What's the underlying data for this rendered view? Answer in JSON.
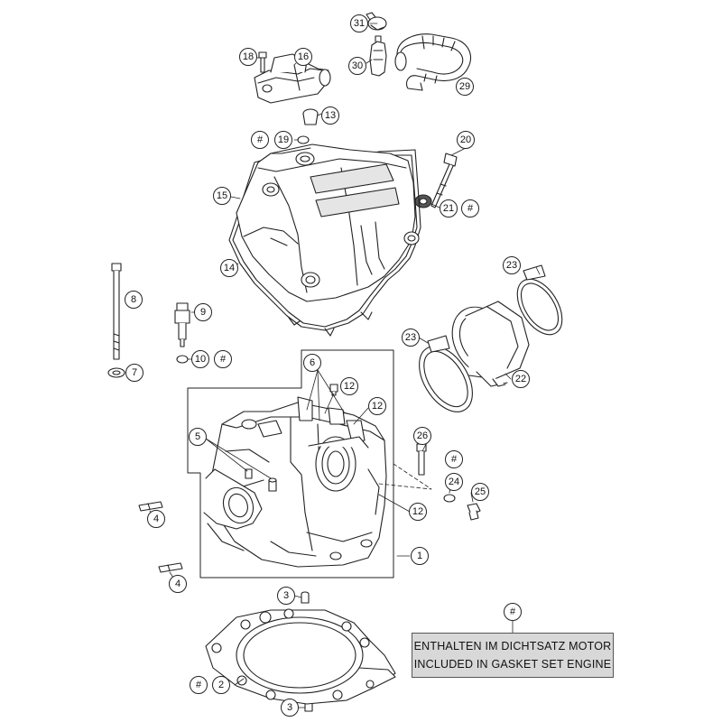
{
  "hash_symbol": "#",
  "callouts": {
    "c1": "1",
    "c2": "2",
    "c3a": "3",
    "c3b": "3",
    "c4a": "4",
    "c4b": "4",
    "c5": "5",
    "c6": "6",
    "c7": "7",
    "c8": "8",
    "c9": "9",
    "c10": "10",
    "c12a": "12",
    "c12b": "12",
    "c12c": "12",
    "c13": "13",
    "c14": "14",
    "c15": "15",
    "c16": "16",
    "c18": "18",
    "c19": "19",
    "c20": "20",
    "c21": "21",
    "c22": "22",
    "c23a": "23",
    "c23b": "23",
    "c24": "24",
    "c25": "25",
    "c26": "26",
    "c29": "29",
    "c30": "30",
    "c31": "31"
  },
  "note": {
    "line1": "ENTHALTEN IM DICHTSATZ MOTOR",
    "line2": "INCLUDED IN GASKET SET ENGINE"
  }
}
